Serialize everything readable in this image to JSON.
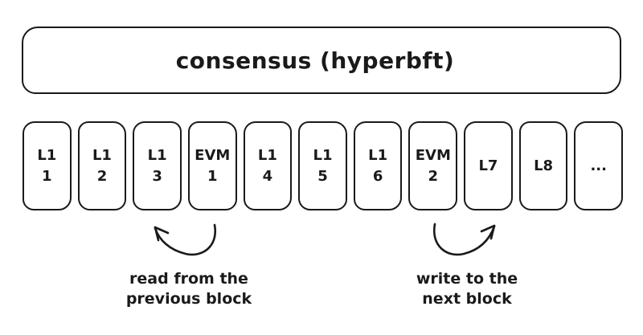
{
  "diagram": {
    "consensus_label": "consensus (hyperbft)",
    "blocks": [
      {
        "line1": "L1",
        "line2": "1"
      },
      {
        "line1": "L1",
        "line2": "2"
      },
      {
        "line1": "L1",
        "line2": "3"
      },
      {
        "line1": "EVM",
        "line2": "1"
      },
      {
        "line1": "L1",
        "line2": "4"
      },
      {
        "line1": "L1",
        "line2": "5"
      },
      {
        "line1": "L1",
        "line2": "6"
      },
      {
        "line1": "EVM",
        "line2": "2"
      },
      {
        "line1": "L7",
        "line2": ""
      },
      {
        "line1": "L8",
        "line2": ""
      },
      {
        "line1": "...",
        "line2": ""
      }
    ],
    "annotations": {
      "read": {
        "line1": "read from the",
        "line2": "previous block"
      },
      "write": {
        "line1": "write to the",
        "line2": "next block"
      }
    },
    "colors": {
      "stroke": "#1a1a1a",
      "background": "#ffffff"
    }
  }
}
